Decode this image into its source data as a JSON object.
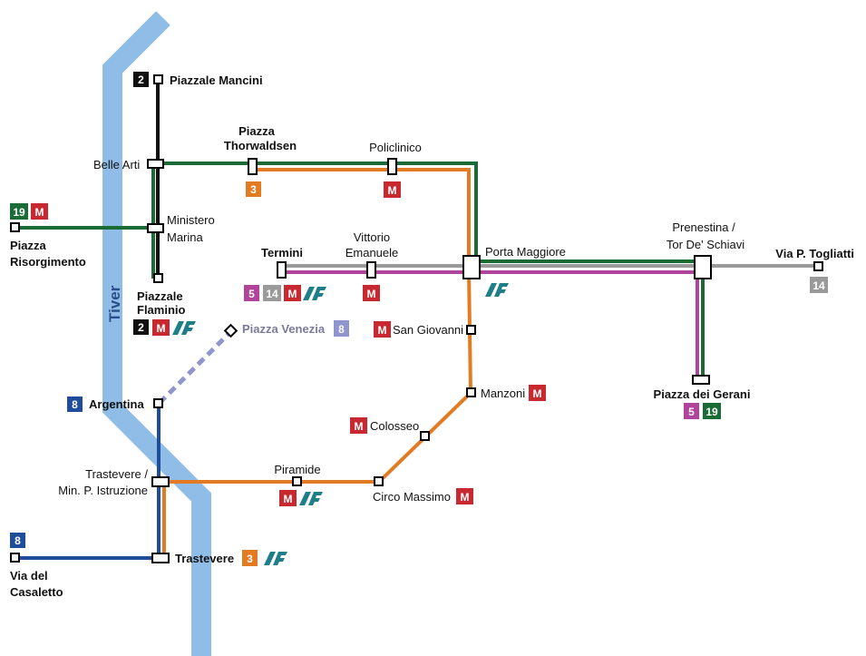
{
  "colors": {
    "line_2": "#111111",
    "line_3": "#e37b22",
    "line_5": "#b0449a",
    "line_8": "#1f4c9b",
    "line_8_planned": "#8f95cf",
    "line_14": "#9a9a9a",
    "line_19": "#1a6b35",
    "metro": "#c8282f",
    "rail": "#1f7f88",
    "river": "#8fbde8"
  },
  "icons": {
    "metro": "metro-m-icon",
    "rail": "fs-rail-icon"
  },
  "river": {
    "name": "Tiver"
  },
  "lines": [
    "2",
    "3",
    "5",
    "8",
    "14",
    "19"
  ],
  "stations": {
    "piazzale_mancini": "Piazzale Mancini",
    "belle_arti": "Belle Arti",
    "ministero_marina_1": "Ministero",
    "ministero_marina_2": "Marina",
    "piazzale_flaminio_1": "Piazzale",
    "piazzale_flaminio_2": "Flaminio",
    "piazza_risorgimento_1": "Piazza",
    "piazza_risorgimento_2": "Risorgimento",
    "piazza_thorwaldsen_1": "Piazza",
    "piazza_thorwaldsen_2": "Thorwaldsen",
    "policlinico": "Policlinico",
    "termini": "Termini",
    "vittorio_emanuele_1": "Vittorio",
    "vittorio_emanuele_2": "Emanuele",
    "porta_maggiore": "Porta Maggiore",
    "prenestina_1": "Prenestina /",
    "prenestina_2": "Tor De' Schiavi",
    "via_togliatti": "Via P. Togliatti",
    "piazza_venezia": "Piazza Venezia",
    "san_giovanni": "San Giovanni",
    "piazza_dei_gerani": "Piazza dei Gerani",
    "argentina": "Argentina",
    "manzoni": "Manzoni",
    "colosseo": "Colosseo",
    "trastevere_min_1": "Trastevere /",
    "trastevere_min_2": "Min. P. Istruzione",
    "piramide": "Piramide",
    "circo_massimo": "Circo Massimo",
    "trastevere": "Trastevere",
    "via_del_casaletto_1": "Via del",
    "via_del_casaletto_2": "Casaletto"
  },
  "metro_letter": "M"
}
